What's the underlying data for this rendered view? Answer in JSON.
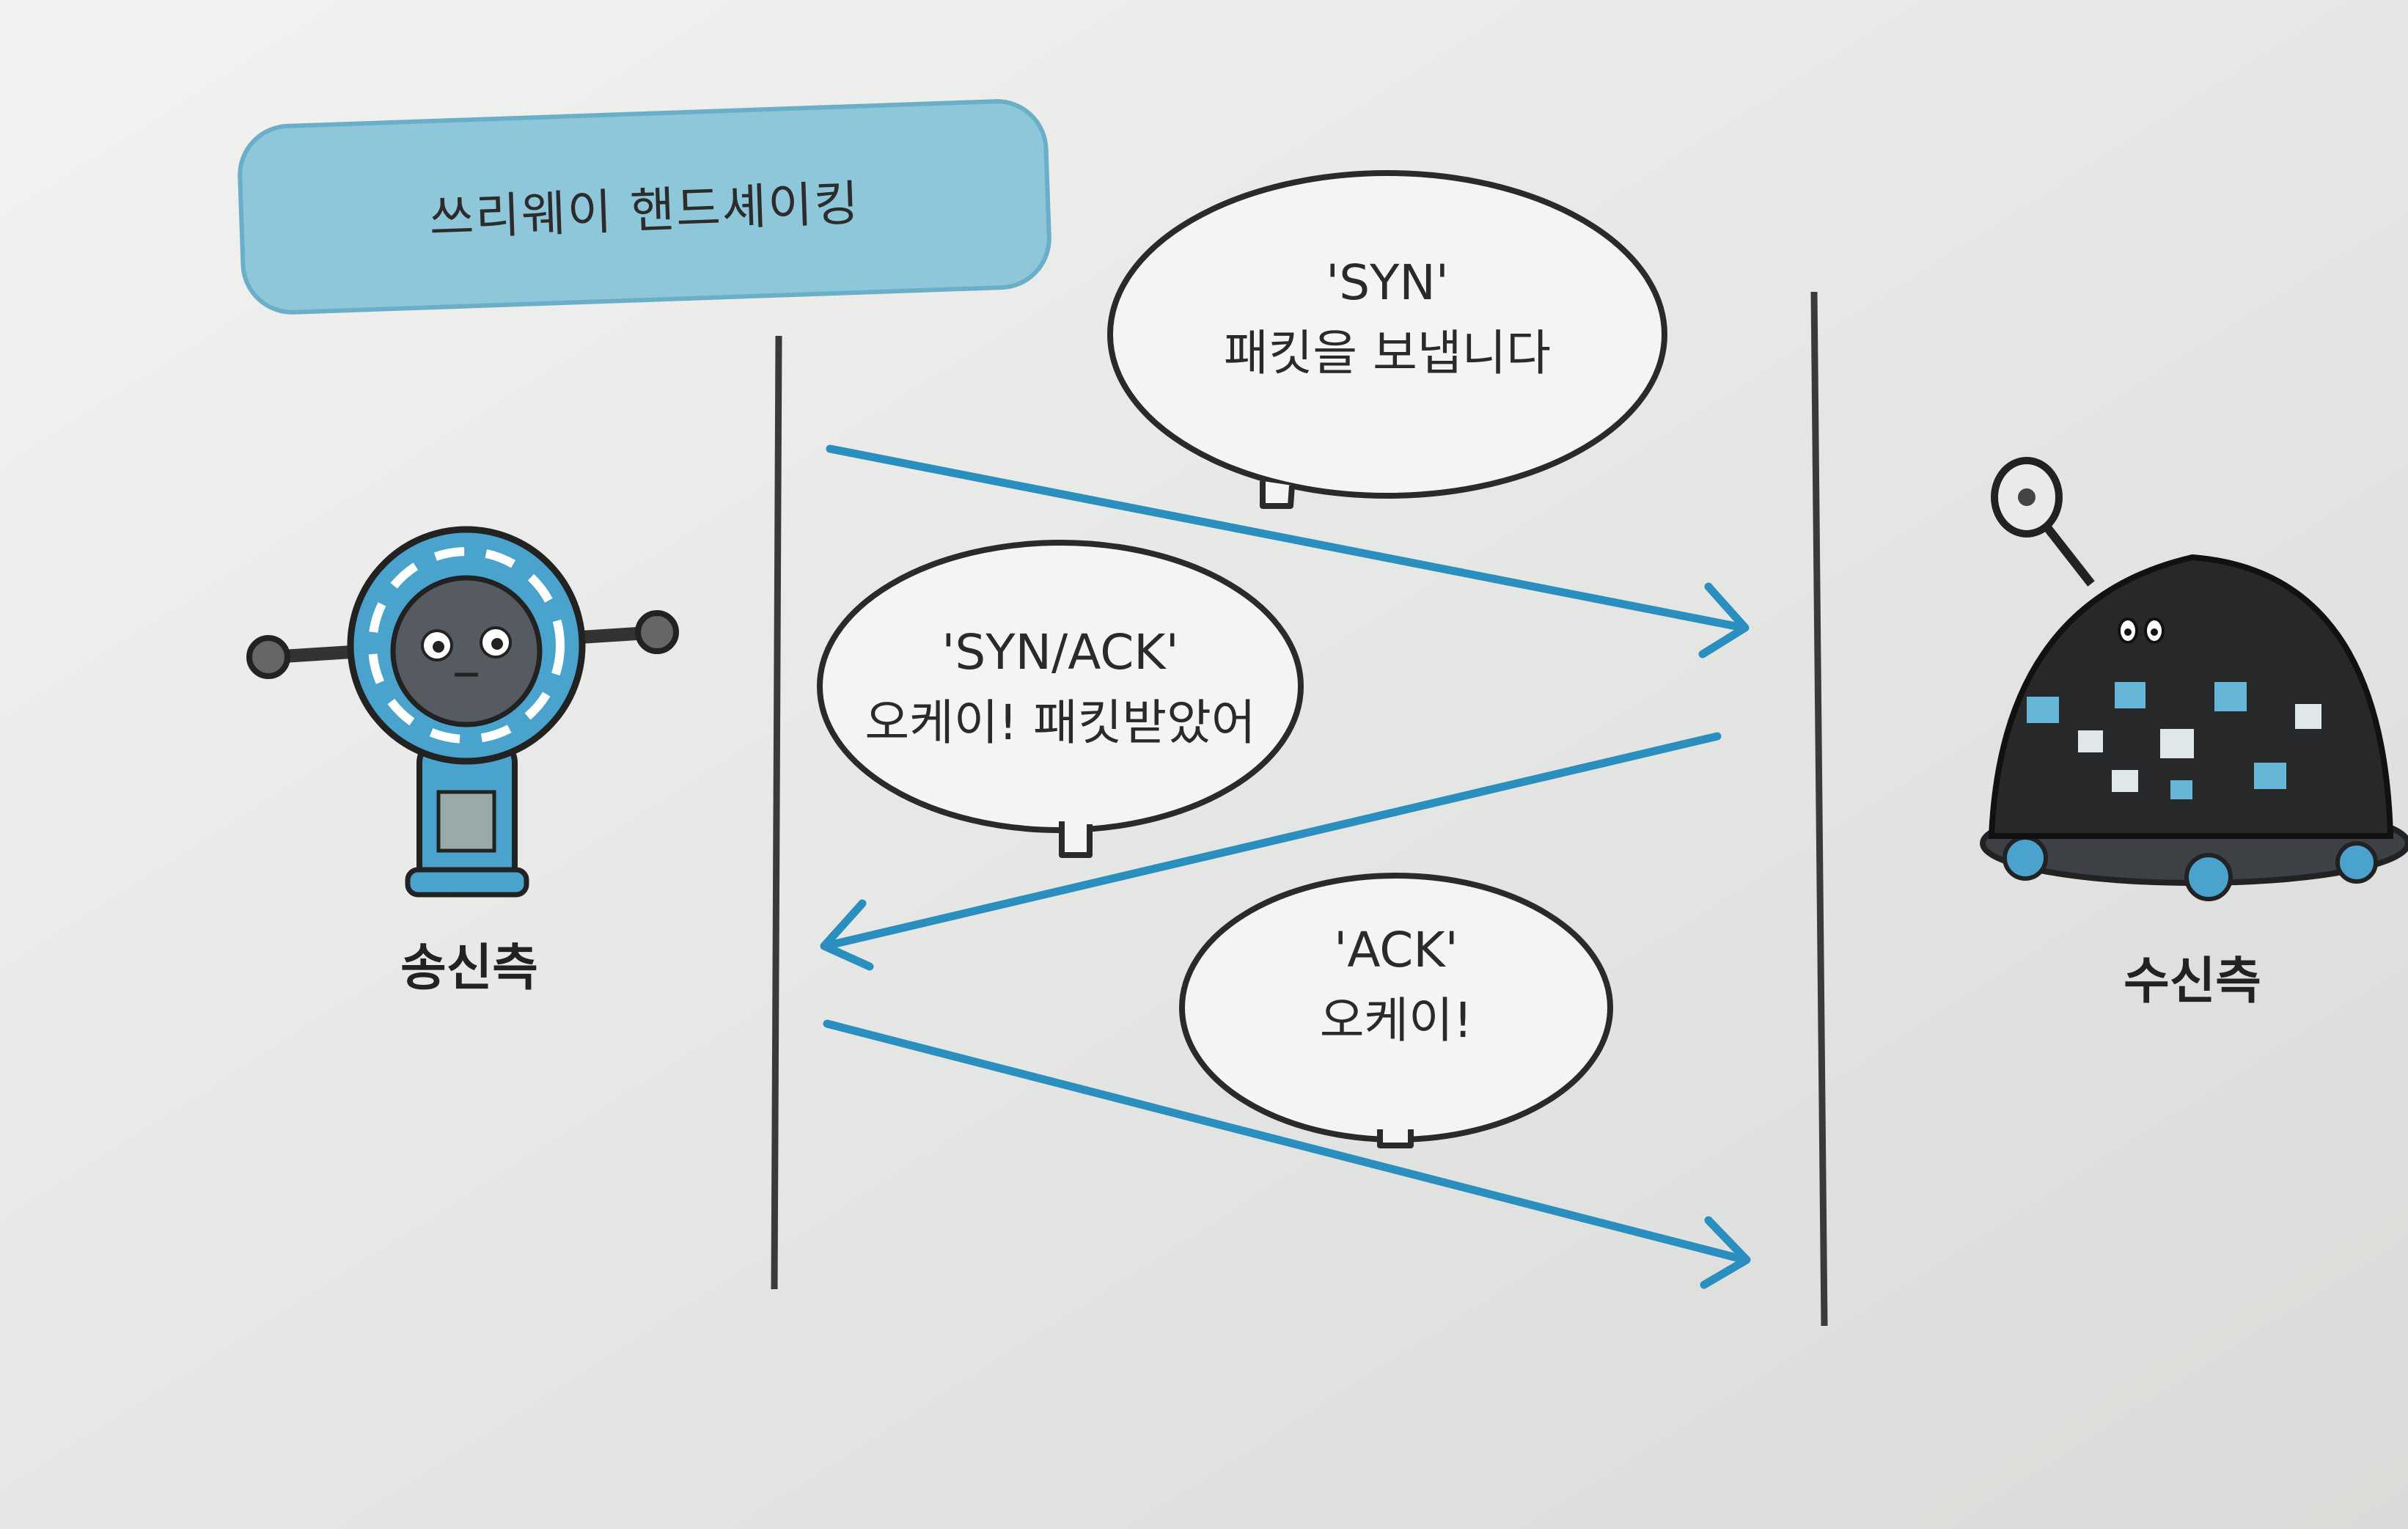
{
  "title": "쓰리웨이 핸드셰이킹",
  "sender": {
    "label": "송신측"
  },
  "receiver": {
    "label": "수신측"
  },
  "steps": [
    {
      "packet": "'SYN'",
      "caption": "패킷을 보냅니다",
      "direction": "sender-to-receiver"
    },
    {
      "packet": "'SYN/ACK'",
      "caption": "오케이! 패킷받았어",
      "direction": "receiver-to-sender"
    },
    {
      "packet": "'ACK'",
      "caption": "오케이!",
      "direction": "sender-to-receiver"
    }
  ],
  "colors": {
    "arrow": "#2a8fbf",
    "title_box": "#8ec6da",
    "robot_blue": "#4aa3cc",
    "page": "#e4e6e3"
  }
}
